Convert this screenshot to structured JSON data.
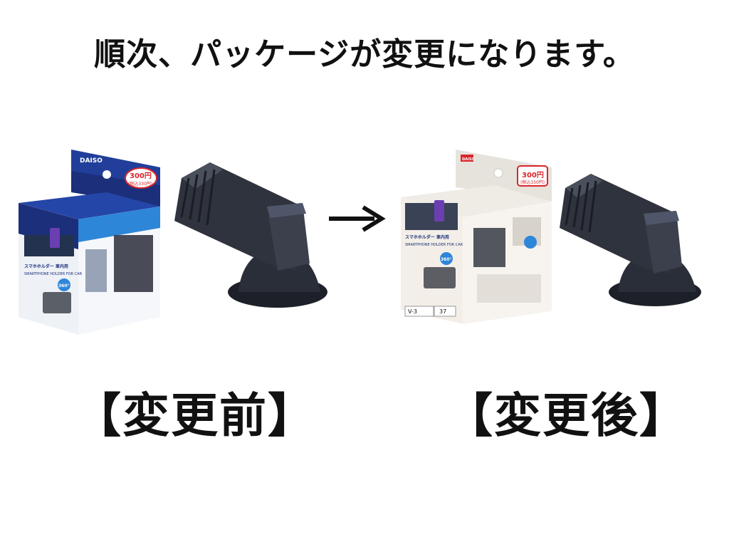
{
  "headline": "順次、パッケージが変更になります。",
  "before": {
    "caption": "【変更前】",
    "package": {
      "brand": "DAISO",
      "price": "300円",
      "price_tax": "(税込330円)",
      "title_jp": "スマホホルダー 車内用",
      "title_en": "SMARTPHONE HOLDER FOR CAR",
      "badge": "360°"
    }
  },
  "after": {
    "caption": "【変更後】",
    "package": {
      "brand": "DAISO",
      "price": "300円",
      "price_tax": "(税込330円)",
      "title_jp": "スマホホルダー 車内用",
      "title_en": "SMARTPHONE HOLDER FOR CAR",
      "badge": "360°",
      "code": "V-3",
      "number": "37"
    }
  },
  "colors": {
    "before_package_top": "#1c2f7a",
    "before_package_accent": "#2e86d8",
    "after_package_top": "#e6e3dd",
    "after_package_accent": "#f3efe8",
    "price_badge": "#d9262c",
    "holder": "#2a2e38"
  }
}
